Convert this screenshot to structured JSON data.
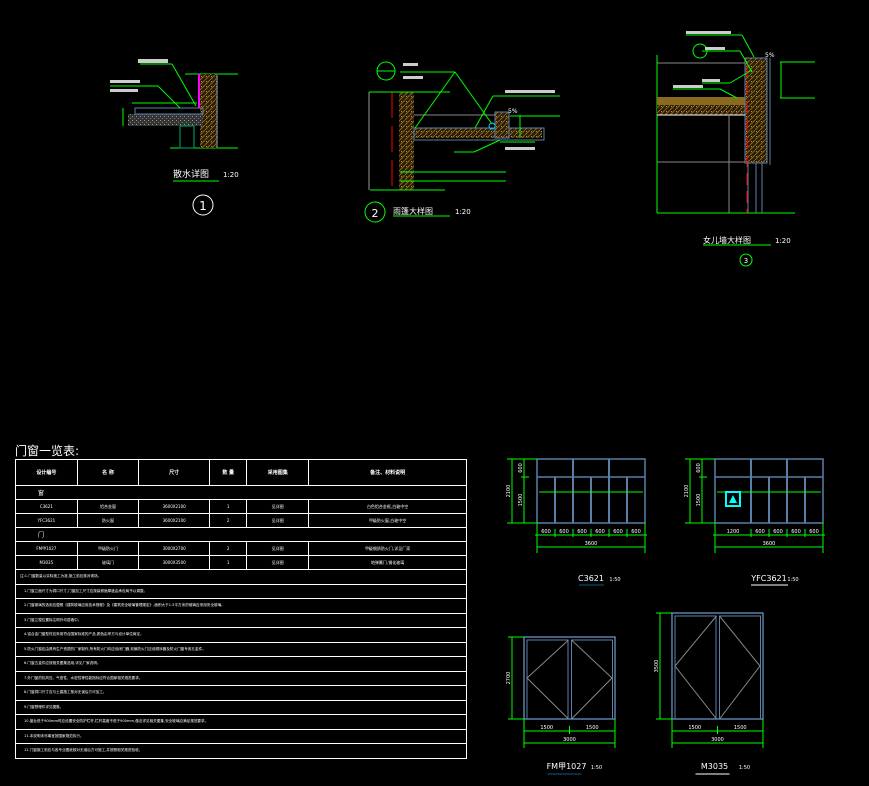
{
  "details": [
    {
      "number": "1",
      "title": "散水详图",
      "scale": "1:20"
    },
    {
      "number": "2",
      "title": "雨篷大样图",
      "scale": "1:20",
      "slope": "5%"
    },
    {
      "number": "3",
      "title": "女儿墙大样图",
      "scale": "1:20",
      "slope": "5%"
    }
  ],
  "schedule": {
    "title": "门窗一览表:",
    "headers": [
      "设计编号",
      "名 称",
      "尺寸",
      "数 量",
      "采用图集",
      "备注、材料说明"
    ],
    "window_section": "窗",
    "door_section": "门",
    "windows": [
      [
        "C3621",
        "铝合金窗",
        "3600X2100",
        "1",
        "见详图",
        "白色铝合金框,白玻中空"
      ],
      [
        "YFC3621",
        "防火窗",
        "3600X2100",
        "2",
        "见详图",
        "甲级防火窗,白玻中空"
      ]
    ],
    "doors": [
      [
        "FM甲1027",
        "甲级防火门",
        "3000X2700",
        "2",
        "见详图",
        "甲级钢质防火门,详见厂家"
      ],
      [
        "M3035",
        "玻璃门",
        "3000X3500",
        "1",
        "见详图",
        "地弹簧门,钢化玻璃"
      ]
    ],
    "notes": [
      "注:1.门窗数量以实际施工为准,施工前应核对现场。",
      "1.门窗立面尺寸为洞口尺寸,门窗加工尺寸应按装修面厚度由承包商予以调整。",
      "2.门窗玻璃的选用应遵照《建筑玻璃应用技术规程》及《建筑安全玻璃管理规定》,面积大于1.5平方米的玻璃应采用安全玻璃。",
      "3.门窗立樘位置除注明外均居墙中。",
      "4.铝合金门窗型材应采用符合国家标准的产品,颜色由甲方与设计单位商定。",
      "5.防火门窗应由具有生产资质的厂家制作,所有防火门均应设闭门器,双扇防火门应设顺序器及防火门窗专用五金件。",
      "6.门窗五金件应按相关图集选用,详见厂家说明。",
      "7.外门窗的抗风压、气密性、水密性等性能指标应符合国家相关规范要求。",
      "8.门窗洞口尺寸应与土建施工核对无误后方可加工。",
      "9.门窗预埋件详见图集。",
      "10.窗台低于900mm时应设置安全防护栏杆,栏杆高度不低于900mm,做法详见相关图集,安全玻璃应满足规范要求。",
      "11.本说明未尽事宜按国家规范执行。",
      "12.门窗施工前应与各专业图纸核对无误后方可施工,并按照相关规范验收。"
    ]
  },
  "elevations": [
    {
      "name": "C3621",
      "scale": "1:50",
      "height_total": "2100",
      "height_top": "600",
      "height_bottom": "1500",
      "widths": [
        "600",
        "600",
        "600",
        "600",
        "600",
        "600"
      ],
      "width_total": "3600"
    },
    {
      "name": "YFC3621",
      "scale": "1:50",
      "height_total": "2100",
      "height_top": "600",
      "height_bottom": "1500",
      "widths": [
        "1200",
        "600",
        "600",
        "600",
        "600"
      ],
      "width_total": "3600"
    },
    {
      "name": "FM甲1027",
      "scale": "1:50",
      "height_total": "2700",
      "widths": [
        "1500",
        "1500"
      ],
      "width_total": "3000"
    },
    {
      "name": "M3035",
      "scale": "1:50",
      "height_total": "3500",
      "widths": [
        "1500",
        "1500"
      ],
      "width_total": "3000"
    }
  ],
  "colors": {
    "bg": "#000000",
    "dim": "#00ff00",
    "frame": "#5a7fa8",
    "hatch": "#8a6a1e",
    "leader": "#00ff00"
  }
}
